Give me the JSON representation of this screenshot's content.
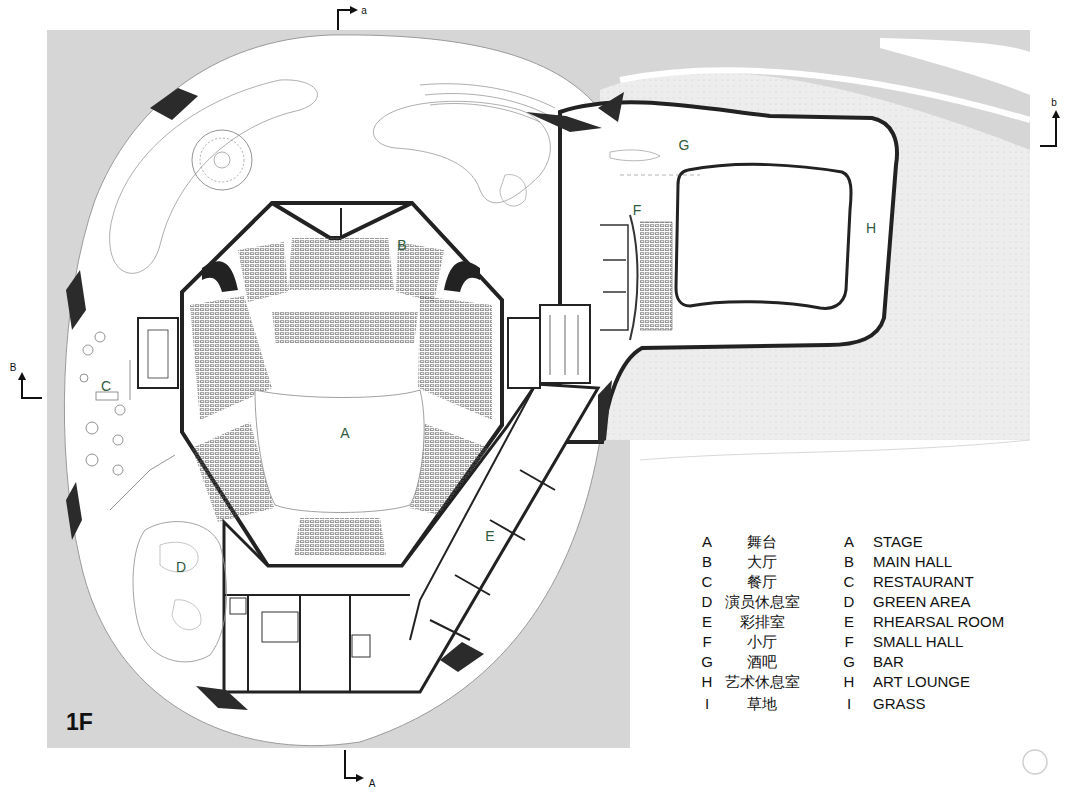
{
  "diagram": {
    "title": "1F",
    "labels": [
      "A",
      "B",
      "C",
      "D",
      "E",
      "F",
      "G",
      "H",
      "a",
      "A",
      "b",
      "B",
      "A",
      "舞台",
      "A",
      "STAGE",
      "B",
      "大厅",
      "B",
      "MAIN HALL",
      "C",
      "餐厅",
      "C",
      "RESTAURANT",
      "D",
      "演员休息室",
      "D",
      "GREEN AREA",
      "E",
      "彩排室",
      "E",
      "RHEARSAL ROOM",
      "F",
      "小厅",
      "F",
      "SMALL HALL",
      "G",
      "酒吧",
      "G",
      "BAR",
      "H",
      "艺术休息室",
      "H",
      "ART LOUNGE",
      "I",
      "草地",
      "I",
      "GRASS"
    ]
  }
}
